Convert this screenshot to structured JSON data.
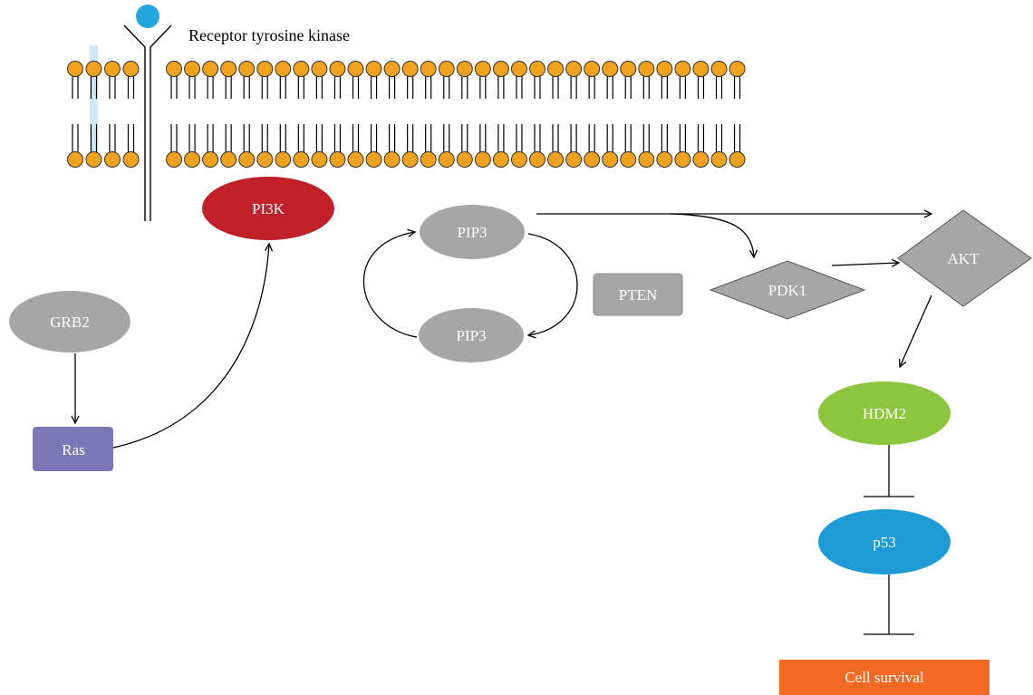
{
  "receptor_label": "Receptor tyrosine kinase",
  "nodes": {
    "pi3k": "PI3K",
    "grb2": "GRB2",
    "ras": "Ras",
    "pip3_top": "PIP3",
    "pip3_bottom": "PIP3",
    "pten": "PTEN",
    "pdk1": "PDK1",
    "akt": "AKT",
    "hdm2": "HDM2",
    "p53": "p53",
    "cell_survival": "Cell survival"
  },
  "colors": {
    "lipid_head": "#f0a21e",
    "ligand": "#23a5de",
    "pi3k": "#c0202a",
    "grey_node": "#a6a6a6",
    "ras": "#7b78b8",
    "hdm2": "#8cc63f",
    "p53": "#1e9ad6",
    "cell_survival": "#f26a21"
  }
}
